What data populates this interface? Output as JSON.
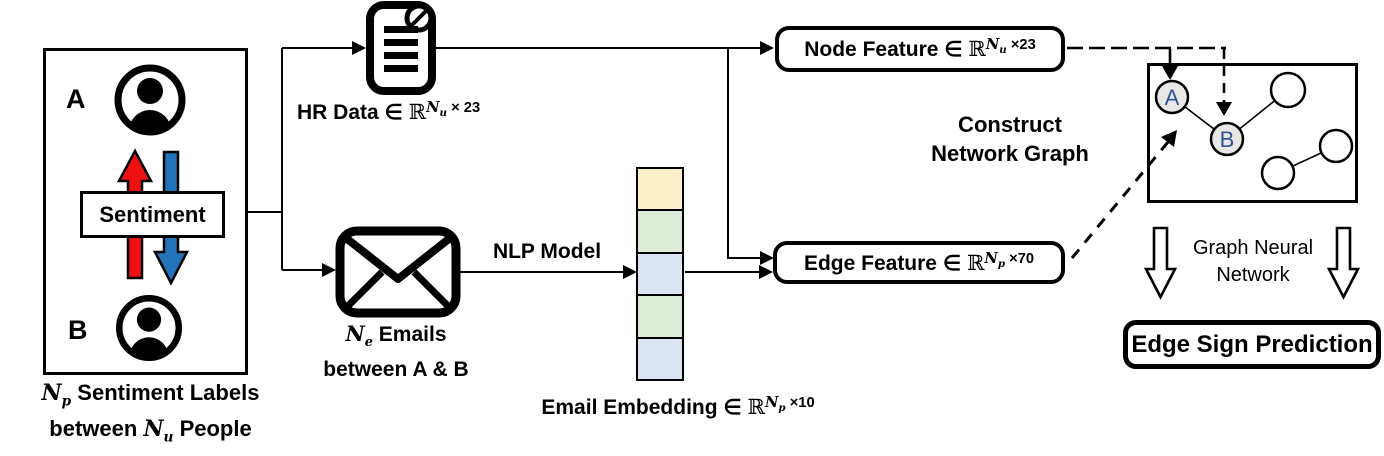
{
  "colors": {
    "arrowRed": "#EE1111",
    "arrowBlue": "#2273B8",
    "nodeFill": "#E7E7E5",
    "nodeLabel": "#2F5496",
    "cellYellow": "#FDEFC9",
    "cellGreen": "#DFEBD9",
    "cellBlue": "#DBE5F2"
  },
  "left_panel": {
    "person_a_label": "A",
    "person_b_label": "B",
    "sentiment_label": "Sentiment",
    "caption": {
      "l1_var": "N",
      "l1_sub": "p",
      "l1_text": " Sentiment Labels",
      "l2_pre": "between ",
      "l2_var": "N",
      "l2_sub": "u",
      "l2_text": " People"
    }
  },
  "hr_data": {
    "label_pre": "HR Data ∈ ",
    "set": "ℝ",
    "sup_var": "N",
    "sup_sub": "u",
    "sup_rest": " × 23"
  },
  "emails": {
    "l1_var": "N",
    "l1_sub": "e",
    "l1_text": " Emails",
    "l2": "between A & B"
  },
  "nlp_model_label": "NLP Model",
  "embedding": {
    "cells": [
      "#FDEFC9",
      "#DFEBD9",
      "#DBE5F2",
      "#DFEBD9",
      "#DBE5F2"
    ],
    "label_pre": "Email Embedding ∈ ",
    "set": "ℝ",
    "sup_var": "N",
    "sup_sub": "p",
    "sup_rest": " ×10"
  },
  "node_feature": {
    "label_pre": "Node Feature ∈ ",
    "set": "ℝ",
    "sup_var": "N",
    "sup_sub": "u",
    "sup_rest": " ×23"
  },
  "edge_feature": {
    "label_pre": "Edge Feature ∈ ",
    "set": "ℝ",
    "sup_var": "N",
    "sup_sub": "p",
    "sup_rest": " ×70"
  },
  "construct": {
    "line1": "Construct",
    "line2": "Network Graph"
  },
  "graph": {
    "node_a": "A",
    "node_b": "B"
  },
  "gnn": {
    "line1": "Graph Neural",
    "line2": "Network"
  },
  "edge_sign_label": "Edge Sign Prediction"
}
